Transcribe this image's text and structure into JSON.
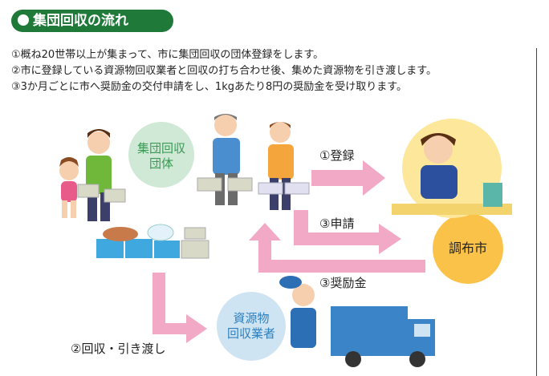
{
  "header": {
    "title": "集団回収の流れ",
    "steps": [
      "①概ね20世帯以上が集まって、市に集団回収の団体登録をします。",
      "②市に登録している資源物回収業者と回収の打ち合わせ後、集めた資源物を引き渡します。",
      "③3か月ごとに市へ奨励金の交付申請をし、1kgあたり8円の奨励金を受け取ります。"
    ]
  },
  "diagram": {
    "group_circle": [
      "集団回収",
      "団体"
    ],
    "collector_circle": [
      "資源物",
      "回収業者"
    ],
    "city_circle": "調布市",
    "arrow_register": "①登録",
    "arrow_apply": "③申請",
    "arrow_grant": "③奨励金",
    "arrow_handover": "②回収・引き渡し"
  },
  "colors": {
    "title_bg": "#1f7a3a",
    "arrow_pink": "#f2a9c6",
    "green_circle": "#cfe9d6",
    "blue_circle": "#cfe4f2",
    "orange_circle": "#fbc24a"
  }
}
